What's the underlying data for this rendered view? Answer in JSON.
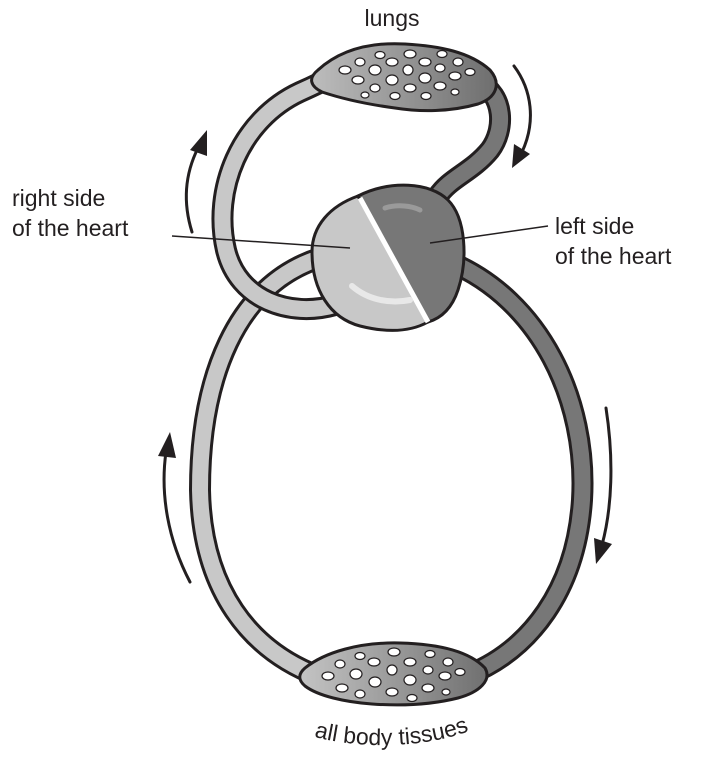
{
  "labels": {
    "lungs": "lungs",
    "right_side": [
      "right side",
      "of the heart"
    ],
    "left_side": [
      "left side",
      "of the heart"
    ],
    "tissues": "all body tissues"
  },
  "colors": {
    "deoxygenated": "#c8c8c8",
    "oxygenated": "#777777",
    "outline": "#231f20",
    "capillary_bed": "#6e6e6e"
  }
}
